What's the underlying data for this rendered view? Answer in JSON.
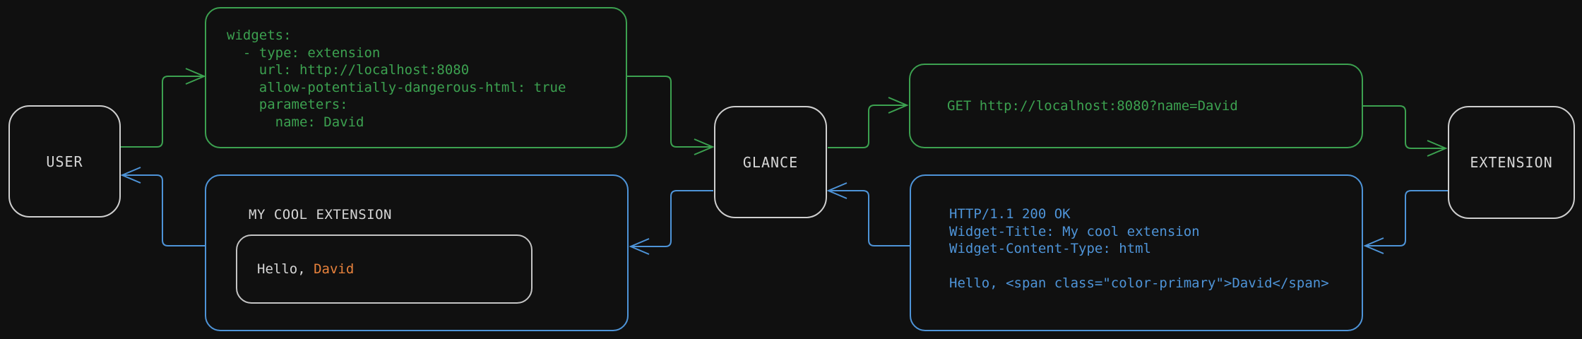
{
  "colors": {
    "background": "#101010",
    "green": "#3ca150",
    "blue": "#4e94d8",
    "orange": "#e8823c",
    "gray_text": "#d6d6d6",
    "node_border": "#cfcfcf"
  },
  "nodes": {
    "user": {
      "label": "USER"
    },
    "glance": {
      "label": "GLANCE"
    },
    "extension": {
      "label": "EXTENSION"
    }
  },
  "config_box": {
    "code": "widgets:\n  - type: extension\n    url: http://localhost:8080\n    allow-potentially-dangerous-html: true\n    parameters:\n      name: David"
  },
  "request_box": {
    "code": "GET http://localhost:8080?name=David"
  },
  "response_box": {
    "code": "HTTP/1.1 200 OK\nWidget-Title: My cool extension\nWidget-Content-Type: html\n\nHello, <span class=\"color-primary\">David</span>"
  },
  "widget_box": {
    "title": "MY COOL EXTENSION",
    "greeting_prefix": "Hello, ",
    "greeting_name": "David"
  }
}
